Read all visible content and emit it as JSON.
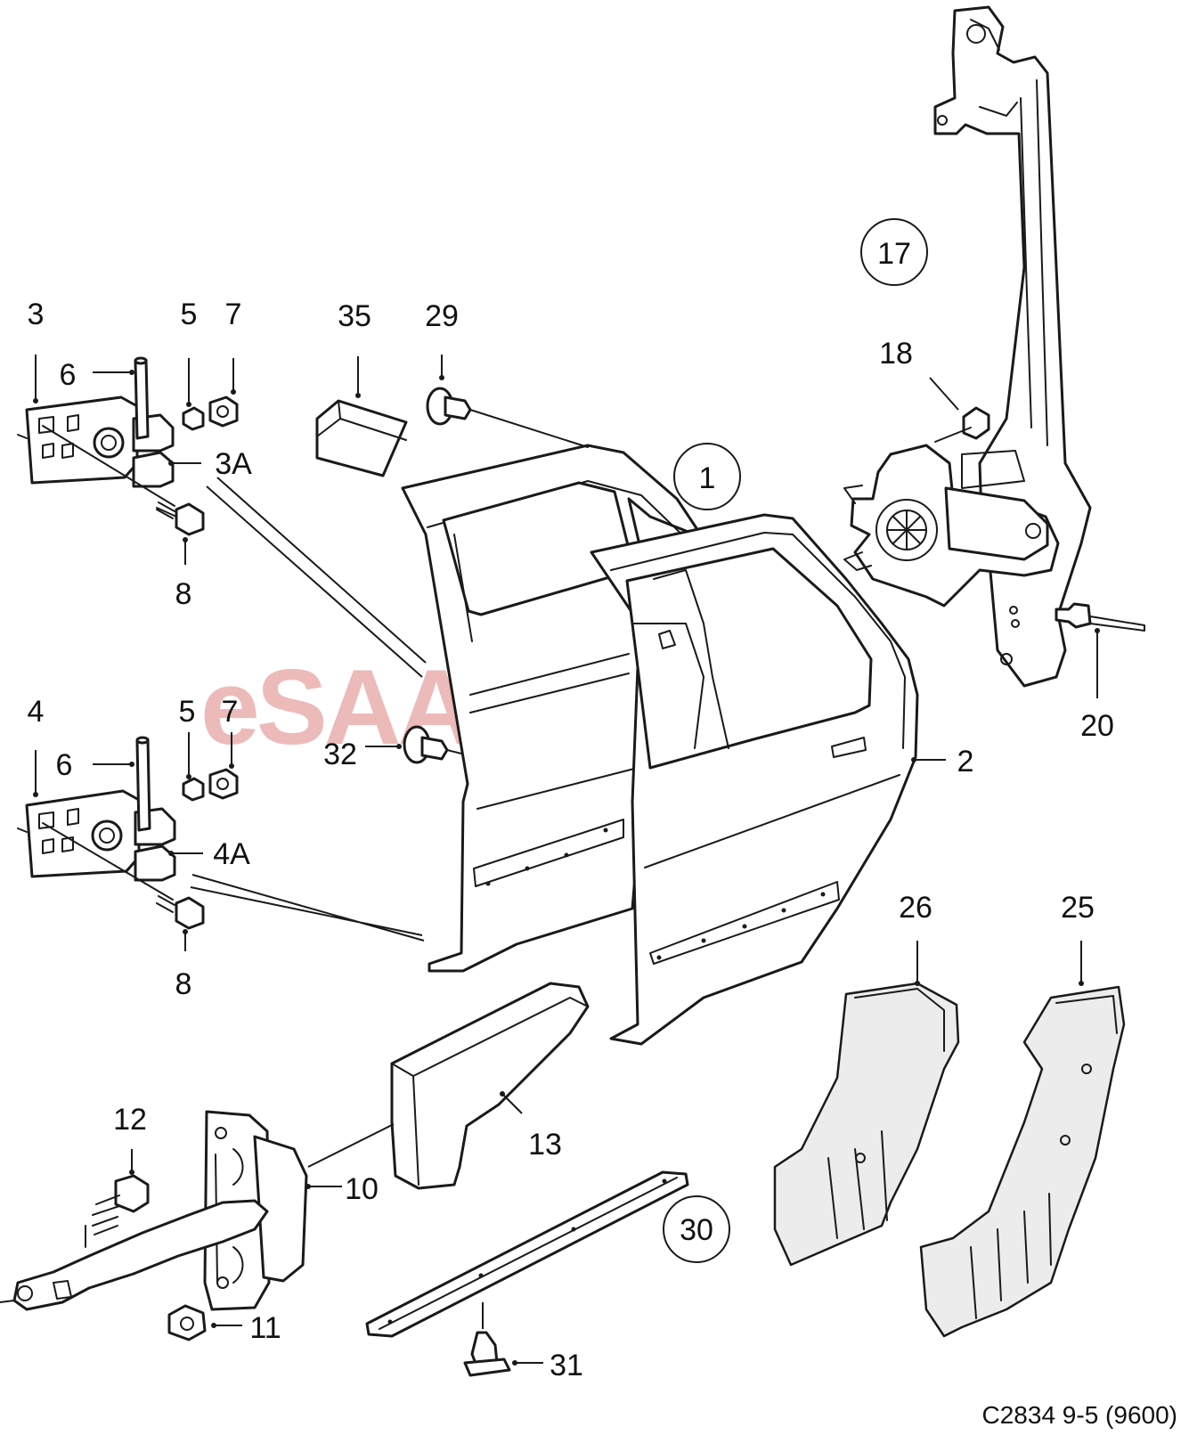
{
  "watermark": "eSAABPARTS",
  "diagram_code": "C2834 9-5 (9600)",
  "accent_colors": {
    "line": "#1a1a1a",
    "watermark": "#e8a3a3"
  },
  "labels": {
    "l1": "1",
    "l2": "2",
    "l3": "3",
    "l3a": "3A",
    "l4": "4",
    "l4a": "4A",
    "l5a": "5",
    "l5b": "5",
    "l6a": "6",
    "l6b": "6",
    "l7a": "7",
    "l7b": "7",
    "l8a": "8",
    "l8b": "8",
    "l10": "10",
    "l11": "11",
    "l12": "12",
    "l13": "13",
    "l17": "17",
    "l18": "18",
    "l20": "20",
    "l25": "25",
    "l26": "26",
    "l29": "29",
    "l30": "30",
    "l31": "31",
    "l32": "32",
    "l35": "35"
  }
}
